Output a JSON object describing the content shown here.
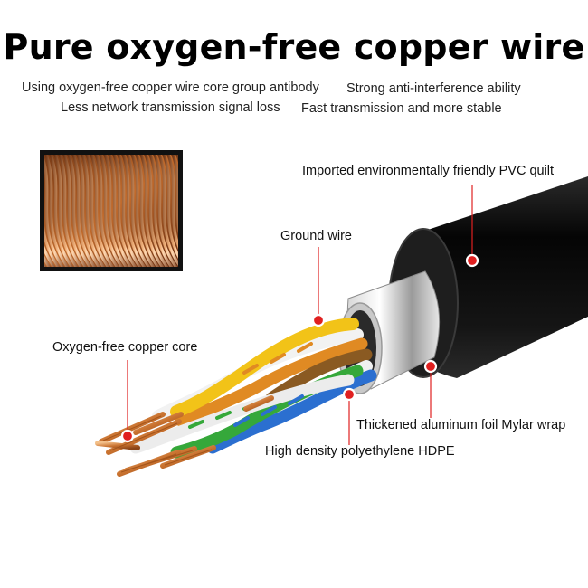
{
  "title": "Pure oxygen-free copper wire",
  "subtitle": {
    "line1_left": "Using oxygen-free copper wire core group antibody",
    "line1_right": "Strong anti-interference ability",
    "line2_left": "Less network transmission signal loss",
    "line2_right": "Fast transmission and more stable"
  },
  "callouts": {
    "pvc": "Imported environmentally friendly PVC quilt",
    "ground": "Ground wire",
    "copper_core": "Oxygen-free copper core",
    "foil": "Thickened aluminum foil Mylar wrap",
    "hdpe": "High density polyethylene HDPE"
  },
  "colors": {
    "callout_line": "#e02020",
    "jacket": "#0d0d0d",
    "copper": "#c9722f"
  }
}
